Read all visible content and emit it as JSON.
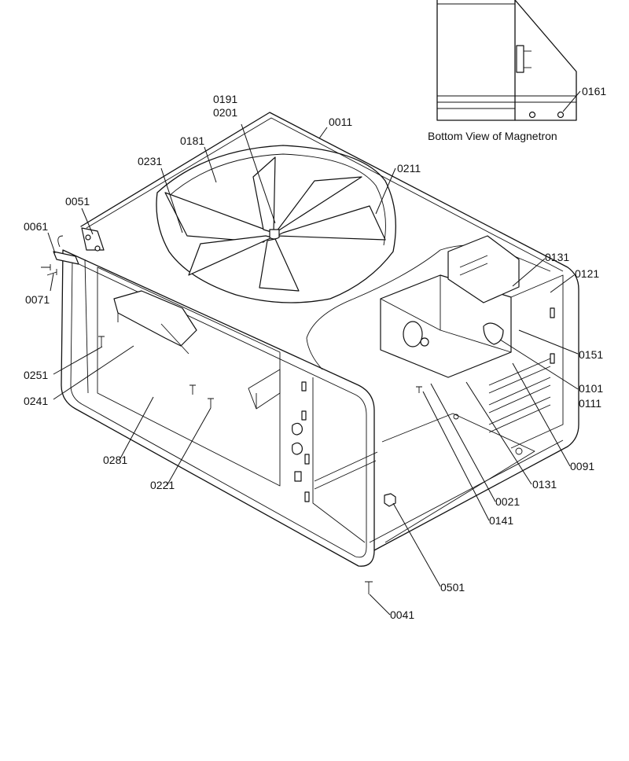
{
  "inset": {
    "caption": "Bottom View of Magnetron"
  },
  "callouts": [
    {
      "id": "c0011",
      "label": "0011"
    },
    {
      "id": "c0191",
      "label": "0191"
    },
    {
      "id": "c0201",
      "label": "0201"
    },
    {
      "id": "c0181",
      "label": "0181"
    },
    {
      "id": "c0231",
      "label": "0231"
    },
    {
      "id": "c0211",
      "label": "0211"
    },
    {
      "id": "c0051",
      "label": "0051"
    },
    {
      "id": "c0061",
      "label": "0061"
    },
    {
      "id": "c0071",
      "label": "0071"
    },
    {
      "id": "c0161",
      "label": "0161"
    },
    {
      "id": "c0131a",
      "label": "0131"
    },
    {
      "id": "c0121",
      "label": "0121"
    },
    {
      "id": "c0151",
      "label": "0151"
    },
    {
      "id": "c0101",
      "label": "0101"
    },
    {
      "id": "c0111",
      "label": "0111"
    },
    {
      "id": "c0091",
      "label": "0091"
    },
    {
      "id": "c0131b",
      "label": "0131"
    },
    {
      "id": "c0021",
      "label": "0021"
    },
    {
      "id": "c0141",
      "label": "0141"
    },
    {
      "id": "c0251",
      "label": "0251"
    },
    {
      "id": "c0241",
      "label": "0241"
    },
    {
      "id": "c0281",
      "label": "0281"
    },
    {
      "id": "c0221",
      "label": "0221"
    },
    {
      "id": "c0501",
      "label": "0501"
    },
    {
      "id": "c0041",
      "label": "0041"
    }
  ]
}
